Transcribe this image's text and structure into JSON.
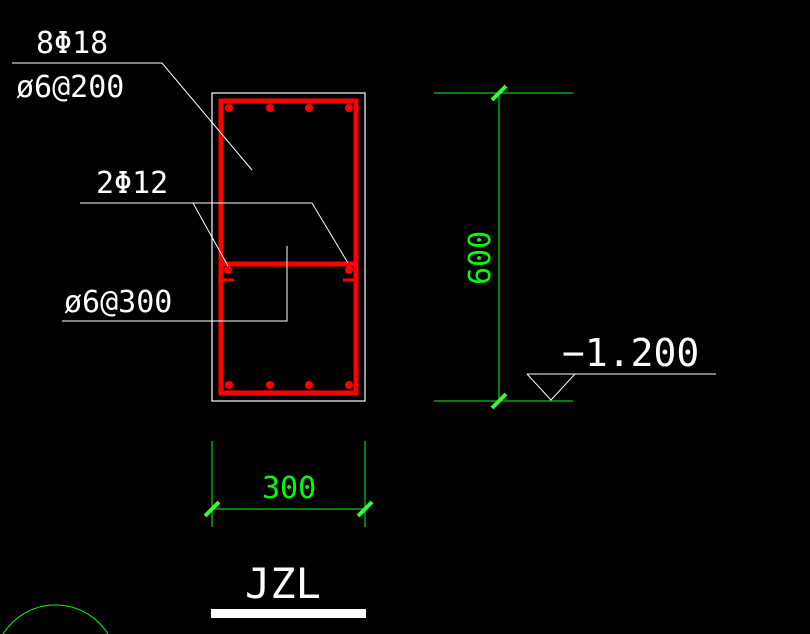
{
  "drawing": {
    "labels": {
      "top_rebar": "8Φ18",
      "stirrup_main": "ø6@200",
      "side_rebar": "2Φ12",
      "stirrup_tie": "ø6@300",
      "height_dim": "600",
      "width_dim": "300",
      "elevation": "−1.200",
      "beam_name": "JZL"
    },
    "colors": {
      "background": "#000000",
      "outline": "#ffffff",
      "rebar": "#ff0000",
      "dimension": "#00ff00",
      "dimension_tick": "#33ff33",
      "dimension_text": "#00ff00"
    }
  }
}
